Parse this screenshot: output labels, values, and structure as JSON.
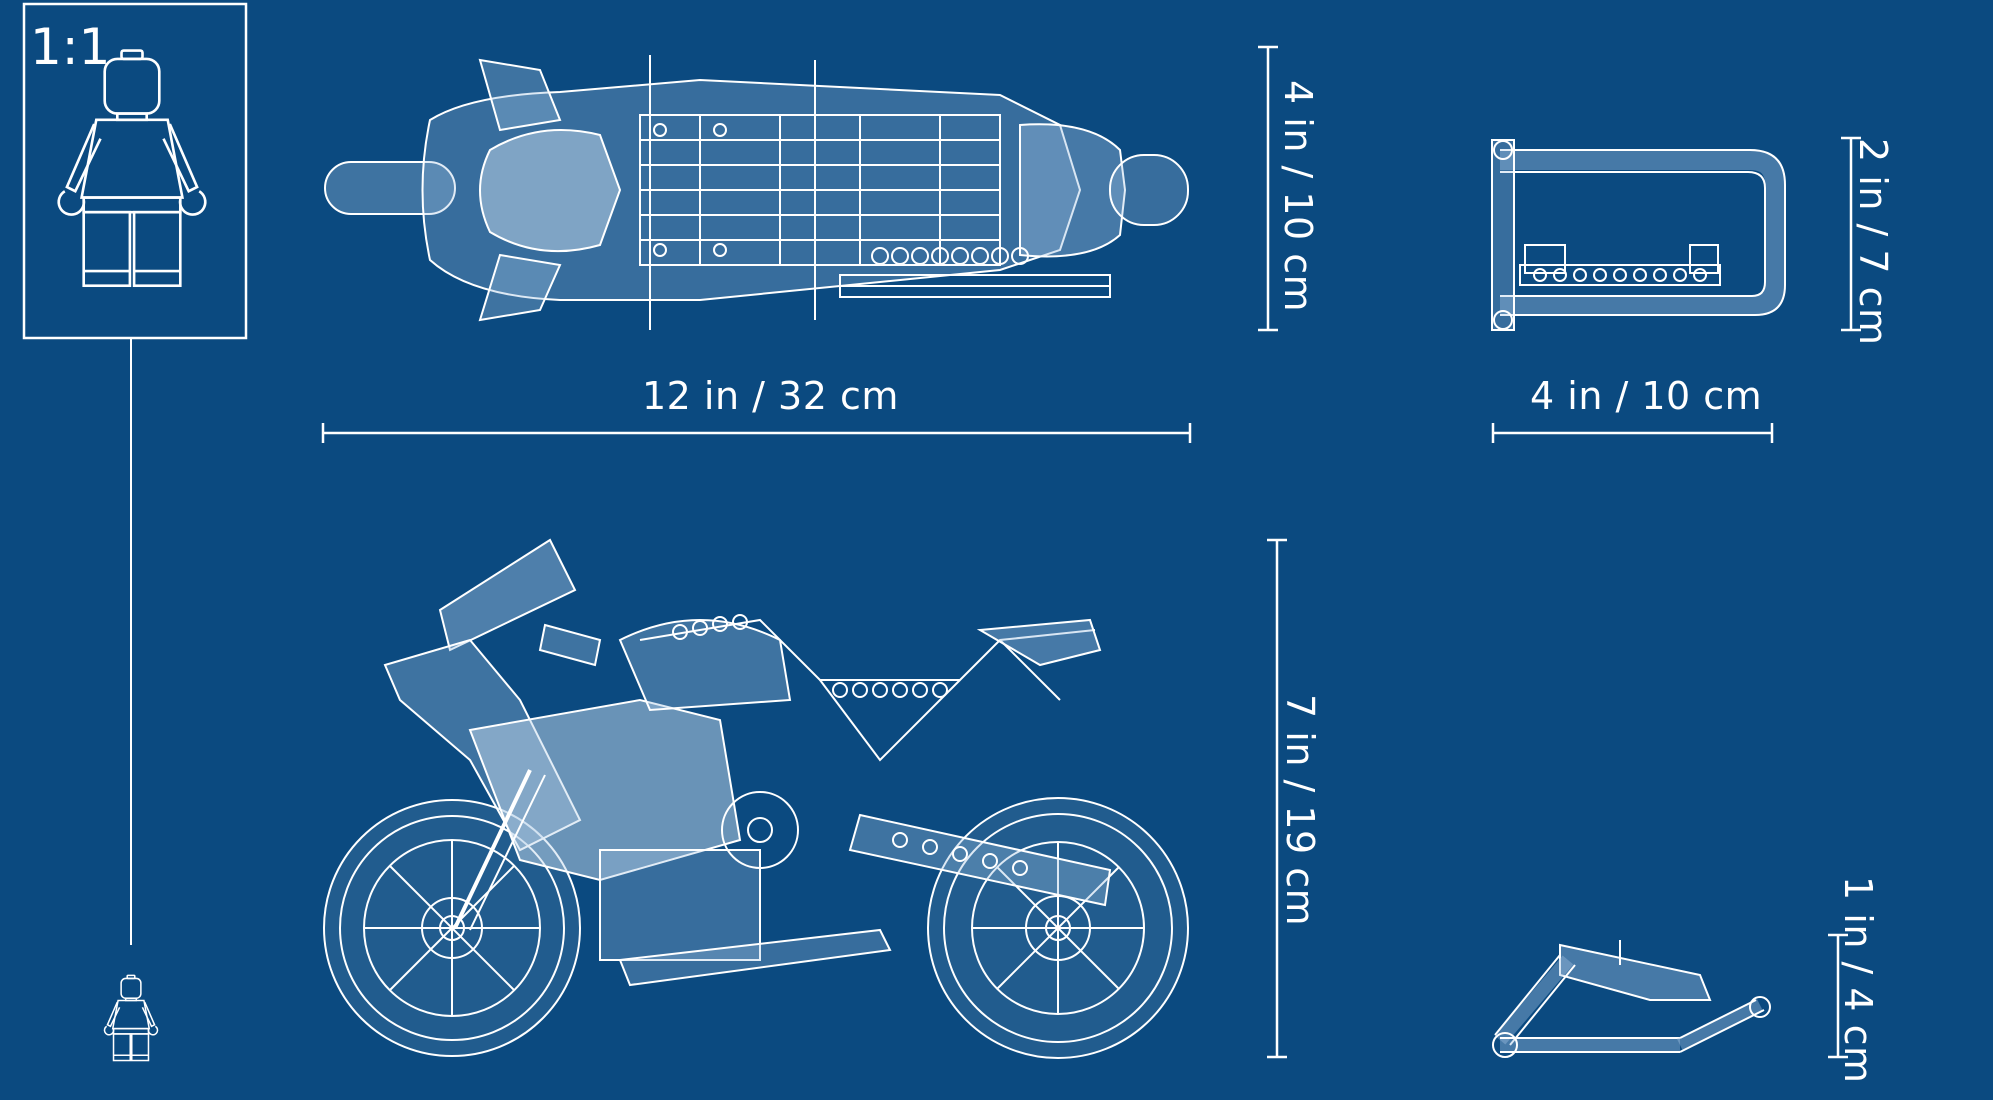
{
  "scale": {
    "label": "1:1"
  },
  "dimensions": {
    "top_view_length": "12 in / 32 cm",
    "top_view_width": "4 in / 10 cm",
    "side_view_height": "7 in / 19 cm",
    "stand_top_width": "4 in / 10 cm",
    "stand_top_depth": "2 in / 7 cm",
    "stand_side_height": "1 in / 4 cm"
  },
  "colors": {
    "background": "#0b4a80",
    "line": "#ffffff",
    "fill": "#9fc0e0"
  },
  "icons": {
    "minifigure_large": "minifigure-icon",
    "minifigure_small": "minifigure-icon",
    "motorcycle_top": "motorcycle-top-view",
    "motorcycle_side": "motorcycle-side-view",
    "stand_top": "stand-top-view",
    "stand_side": "stand-side-view"
  }
}
